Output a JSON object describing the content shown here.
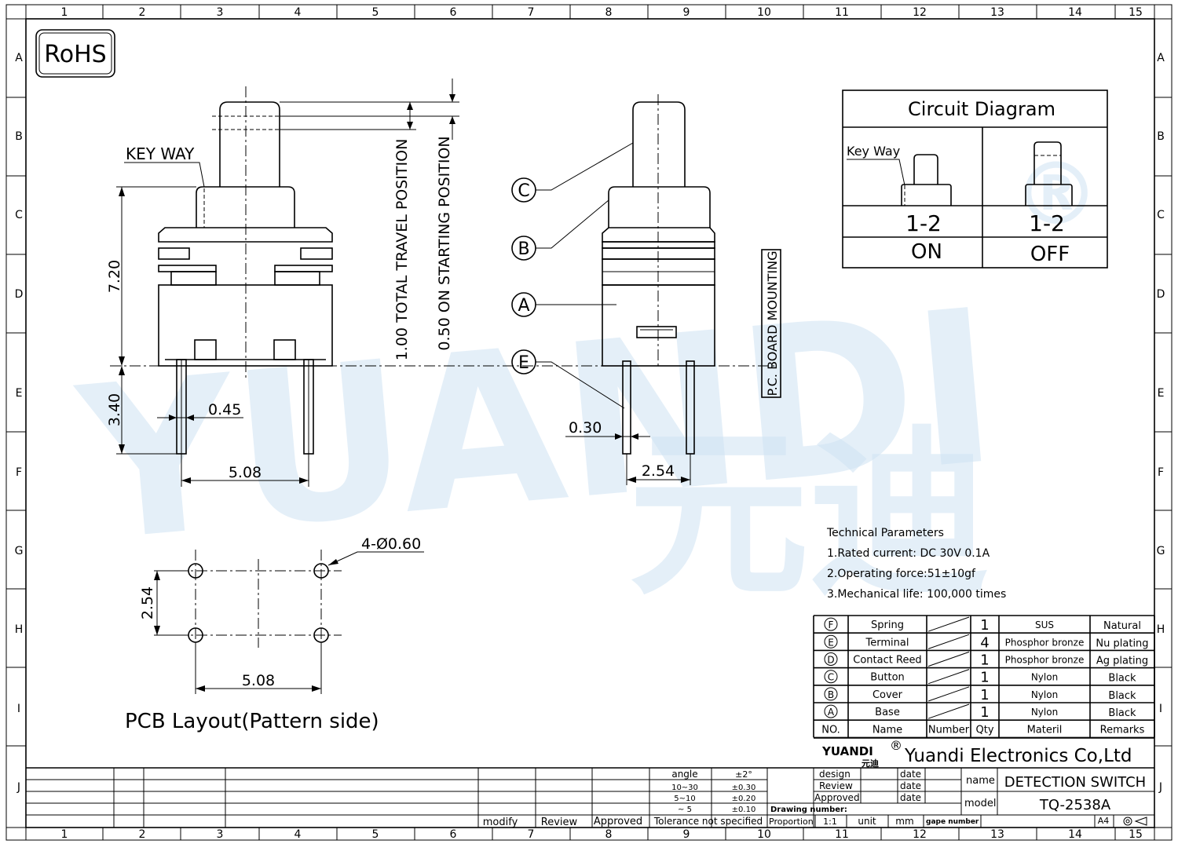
{
  "frame": {
    "cols": [
      "1",
      "2",
      "3",
      "4",
      "5",
      "6",
      "7",
      "8",
      "9",
      "10",
      "11",
      "12",
      "13",
      "14",
      "15"
    ],
    "rows": [
      "A",
      "B",
      "C",
      "D",
      "E",
      "F",
      "G",
      "H",
      "I",
      "J"
    ]
  },
  "rohs": "RoHS",
  "watermark": {
    "latin": "YUANDI",
    "cjk": "元迪",
    "reg": "®"
  },
  "side_view": {
    "keyway": "KEY WAY",
    "dim_height": "7.20",
    "dim_pin_len": "3.40",
    "dim_pin_w": "0.45",
    "dim_pitch": "5.08",
    "total_travel": "1.00 TOTAL TRAVEL POSITION",
    "starting": "0.50 ON STARTING POSITION"
  },
  "front_view": {
    "callouts": [
      "C",
      "B",
      "A",
      "E"
    ],
    "dim_pin_w": "0.30",
    "dim_pitch": "2.54",
    "pcb_mount": "P.C. BOARD MOUNTING"
  },
  "circuit": {
    "title": "Circuit  Diagram",
    "keyway": "Key  Way",
    "left_pins": "1-2",
    "right_pins": "1-2",
    "left_state": "ON",
    "right_state": "OFF"
  },
  "pcb": {
    "holes": "4-Ø0.60",
    "dim_v": "2.54",
    "dim_h": "5.08",
    "caption": "PCB  Layout(Pattern  side)"
  },
  "tech": {
    "title": "Technical  Parameters",
    "lines": [
      "1.Rated  current:  DC  30V  0.1A",
      "2.Operating  force:51±10gf",
      "3.Mechanical  life:  100,000  times"
    ]
  },
  "bom": {
    "rows": [
      {
        "no": "F",
        "name": "Spring",
        "qty": "1",
        "material": "SUS",
        "remarks": "Natural"
      },
      {
        "no": "E",
        "name": "Terminal",
        "qty": "4",
        "material": "Phosphor bronze",
        "remarks": "Nu  plating"
      },
      {
        "no": "D",
        "name": "Contact  Reed",
        "qty": "1",
        "material": "Phosphor bronze",
        "remarks": "Ag  plating"
      },
      {
        "no": "C",
        "name": "Button",
        "qty": "1",
        "material": "Nylon",
        "remarks": "Black"
      },
      {
        "no": "B",
        "name": "Cover",
        "qty": "1",
        "material": "Nylon",
        "remarks": "Black"
      },
      {
        "no": "A",
        "name": "Base",
        "qty": "1",
        "material": "Nylon",
        "remarks": "Black"
      }
    ],
    "header": {
      "no": "NO.",
      "name": "Name",
      "number": "Number",
      "qty": "Qty",
      "material": "Materil",
      "remarks": "Remarks"
    }
  },
  "title_block": {
    "logo": "YUANDI",
    "logo_cjk": "元迪",
    "reg": "®",
    "company": "Yuandi Electronics Co,Ltd",
    "design": "design",
    "review": "Review",
    "approved": "Approved",
    "date": "date",
    "name_label": "name",
    "name_value": "DETECTION  SWITCH",
    "model_label": "model",
    "model_value": "TQ-2538A",
    "drawing_number": "Drawing number:",
    "proportion": "Proportion",
    "scale": "1:1",
    "unit": "unit",
    "mm": "mm",
    "gape": "gape number",
    "size": "A4",
    "tol_angle": "angle",
    "tol_angle_v": "±2°",
    "tol_1": "10~30",
    "tol_1v": "±0.30",
    "tol_2": "5~10",
    "tol_2v": "±0.20",
    "tol_3": "~ 5",
    "tol_3v": "±0.10",
    "tol_not": "Tolerance  not  specified",
    "modify": "modify",
    "review_b": "Review",
    "approved_b": "Approved"
  }
}
